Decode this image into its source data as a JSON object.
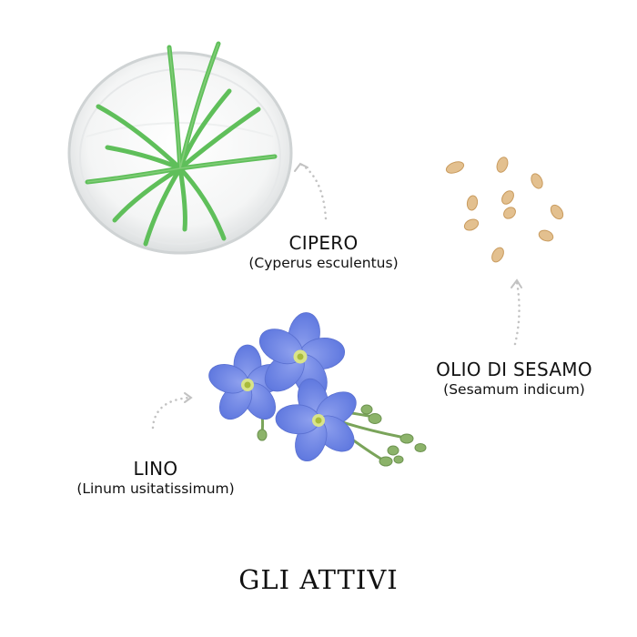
{
  "title": "GLI ATTIVI",
  "ingredients": {
    "cipero": {
      "name": "CIPERO",
      "latin": "(Cyperus esculentus)"
    },
    "sesamo": {
      "name": "OLIO DI SESAMO",
      "latin": "(Sesamum indicum)"
    },
    "lino": {
      "name": "LINO",
      "latin": "(Linum usitatissimum)"
    }
  },
  "colors": {
    "text": "#111111",
    "arrow": "#c2c2c2",
    "leaf_green": "#5fbf5a",
    "flax_blue": "#6f86e3",
    "seed": "#e3c08f"
  },
  "icons": {
    "cipero": "cyperus-bowl-illustration",
    "sesamo": "sesame-seeds-illustration",
    "lino": "flax-flowers-illustration"
  }
}
